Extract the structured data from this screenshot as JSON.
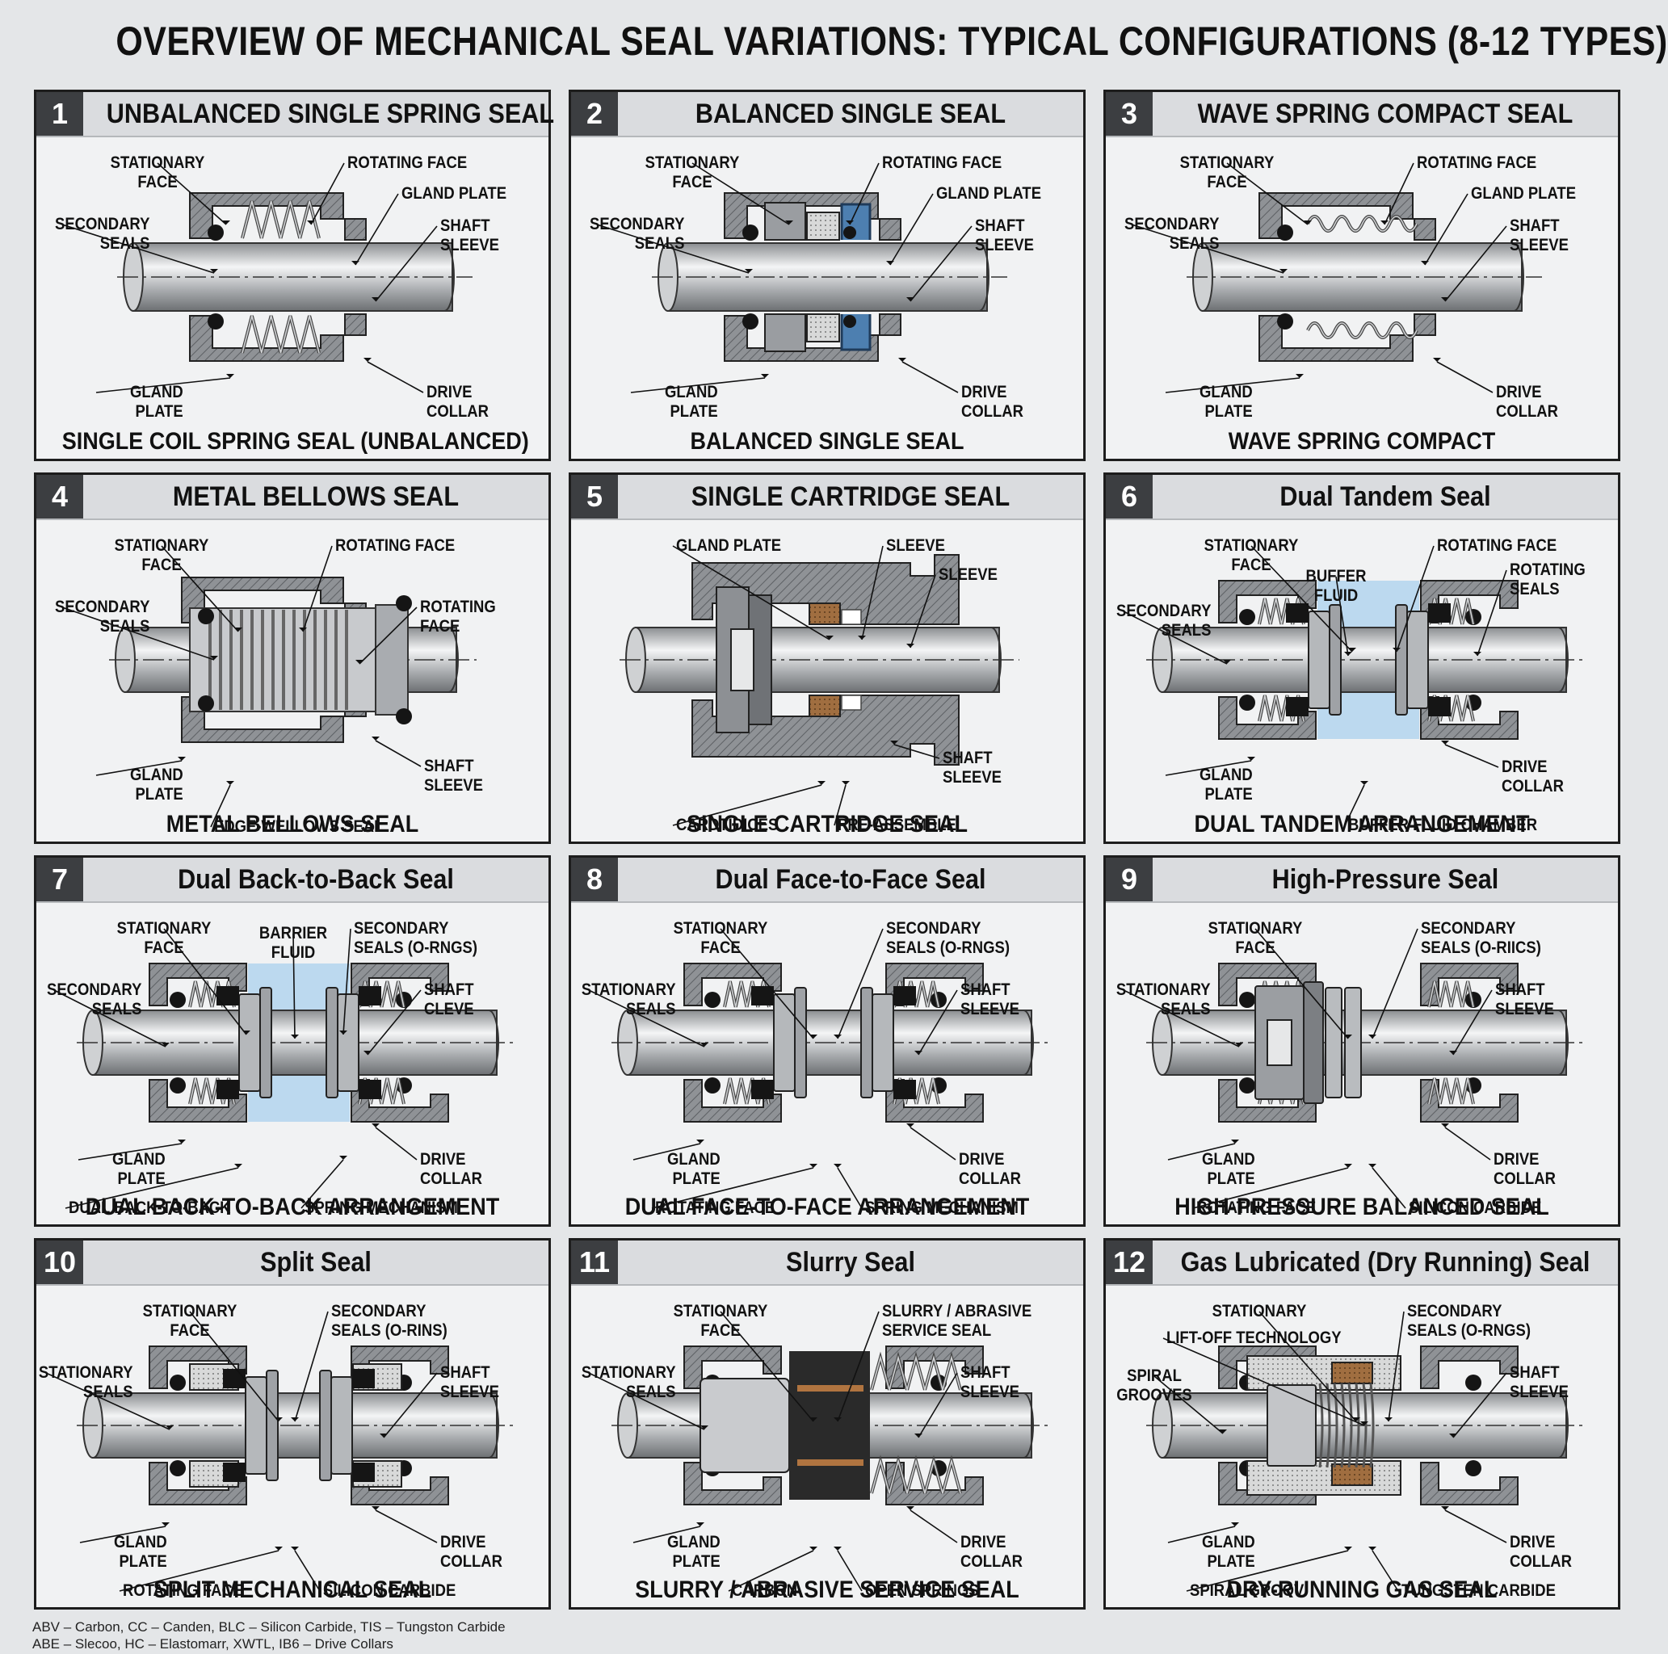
{
  "title": "OVERVIEW OF MECHANICAL SEAL VARIATIONS: TYPICAL CONFIGURATIONS (8-12 TYPES)",
  "colors": {
    "background": "#e4e6e8",
    "panel": "#f1f2f3",
    "header": "#dadcdf",
    "number_badge": "#3c3e41",
    "shaft": "#b9bcbf",
    "housing": "#8b8e92",
    "oring": "#1a1a1a",
    "fluid": "#bcd9ef",
    "blue_part": "#4d7fb0",
    "carbon": "#9c6a3e"
  },
  "panels": [
    {
      "number": "1",
      "title": "UNBALANCED SINGLE SPRING SEAL",
      "subtitle": "SINGLE COIL SPRING SEAL (UNBALANCED)",
      "type": "coil",
      "labels": [
        "STATIONARY\nFACE",
        "ROTATING FACE",
        "GLAND PLATE",
        "SECONDARY\nSEALS",
        "SHAFT\nSLEEVE",
        "GLAND\nPLATE",
        "DRIVE\nCOLLAR"
      ]
    },
    {
      "number": "2",
      "title": "BALANCED SINGLE SEAL",
      "subtitle": "BALANCED SINGLE SEAL",
      "type": "balanced",
      "labels": [
        "STATIONARY\nFACE",
        "ROTATING FACE",
        "GLAND PLATE",
        "SECONDARY\nSEALS",
        "SHAFT\nSLEEVE",
        "GLAND\nPLATE",
        "DRIVE\nCOLLAR"
      ]
    },
    {
      "number": "3",
      "title": "WAVE SPRING COMPACT SEAL",
      "subtitle": "WAVE SPRING COMPACT",
      "type": "wave",
      "labels": [
        "STATIONARY\nFACE",
        "ROTATING FACE",
        "GLAND PLATE",
        "SECONDARY\nSEALS",
        "SHAFT\nSLEEVE",
        "GLAND\nPLATE",
        "DRIVE\nCOLLAR"
      ]
    },
    {
      "number": "4",
      "title": "METAL BELLOWS SEAL",
      "subtitle": "METAL BELLOWS SEAL",
      "type": "bellows",
      "labels": [
        "STATIONARY\nFACE",
        "ROTATING FACE",
        "SECONDARY\nSEALS",
        "ROTATING\nFACE",
        "GLAND\nPLATE",
        "SHAFT\nSLEEVE",
        "EDGE-WELLOWS SEAL"
      ]
    },
    {
      "number": "5",
      "title": "SINGLE CARTRIDGE SEAL",
      "subtitle": "SINGLE CARTRIDGE SEAL",
      "type": "cartridge",
      "labels": [
        "GLAND PLATE",
        "SLEEVE",
        "SLEEVE",
        "SHAFT\nSLEEVE",
        "CARDTIDICES",
        "PRE-ASSEMBLE"
      ]
    },
    {
      "number": "6",
      "title": "Dual Tandem Seal",
      "subtitle": "DUAL TANDEM ARRANGEMENT",
      "type": "tandem",
      "labels": [
        "STATIONARY\nFACE",
        "BUFFER\nFLUID",
        "ROTATING FACE",
        "ROTATING\nSEALS",
        "SECONDARY\nSEALS",
        "GLAND\nPLATE",
        "DRIVE\nCOLLAR",
        "BUFFER FLUID CHAMBER"
      ]
    },
    {
      "number": "7",
      "title": "Dual Back-to-Back Seal",
      "subtitle": "DUAL BACK-TO-BACK ARRANGEMENT",
      "type": "backtoback",
      "labels": [
        "STATIONARY\nFACE",
        "BARRIER\nFLUID",
        "SECONDARY\nSEALS (O-RNGS)",
        "SECONDARY\nSEALS",
        "SHAFT\nCLEVE",
        "GLAND\nPLATE",
        "DRIVE\nCOLLAR",
        "DUAL BACK-TO-BACK",
        "SPRING MECHANISM"
      ]
    },
    {
      "number": "8",
      "title": "Dual Face-to-Face Seal",
      "subtitle": "DUAL FACE-TO-FACE ARRANGEMENT",
      "type": "facetoface",
      "labels": [
        "STATIONARY\nFACE",
        "SECONDARY\nSEALS (O-RNGS)",
        "STATIONARY\nSEALS",
        "SHAFT\nSLEEVE",
        "GLAND\nPLATE",
        "DRIVE\nCOLLAR",
        "ROTATING FACE",
        "SPRING MECHANISM"
      ]
    },
    {
      "number": "9",
      "title": "High-Pressure Seal",
      "subtitle": "HIGH-PRESSURE BALANCED SEAL",
      "type": "highpressure",
      "labels": [
        "STATIONARY\nFACE",
        "SECONDARY\nSEALS (O-RIICS)",
        "STATIONARY\nSEALS",
        "SHAFT\nSLEEVE",
        "GLAND\nPLATE",
        "DRIVE\nCOLLAR",
        "ROTATING FACE",
        "SILICON CARBIDE"
      ]
    },
    {
      "number": "10",
      "title": "Split Seal",
      "subtitle": "SPLIT MECHANICAL SEAL",
      "type": "split",
      "labels": [
        "STATIONARY\nFACE",
        "SECONDARY\nSEALS (O-RINS)",
        "STATIONARY\nSEALS",
        "SHAFT\nSLEEVE",
        "GLAND\nPLATE",
        "DRIVE\nCOLLAR",
        "ROTATING FACE",
        "SILICON CARBIDE"
      ]
    },
    {
      "number": "11",
      "title": "Slurry Seal",
      "subtitle": "SLURRY / ABRASIVE SERVICE SEAL",
      "type": "slurry",
      "labels": [
        "STATIONARY\nFACE",
        "SLURRY / ABRASIVE\nSERVICE SEAL",
        "STATIONARY\nSEALS",
        "SHAFT\nSLEEVE",
        "GLAND\nPLATE",
        "DRIVE\nCOLLAR",
        "CARBON",
        "OPEN SPRINGS"
      ]
    },
    {
      "number": "12",
      "title": "Gas Lubricated (Dry Running) Seal",
      "subtitle": "DRY-RUNNING GAS SEAL",
      "type": "gas",
      "labels": [
        "STATIONARY",
        "SECONDARY\nSEALS (O-RNGS)",
        "LIFT-OFF TECHNOLOGY",
        "SPIRAL\nGROOVES",
        "SHAFT\nSLEEVE",
        "GLAND\nPLATE",
        "DRIVE\nCOLLAR",
        "SPIRAL GROOV",
        "TUNGSTEN CARBIDE"
      ]
    }
  ],
  "footer": [
    "ABV – Carbon, CC – Canden, BLC – Silicon Carbide, TIS – Tungston Carbide",
    "ABE – Slecoo, HC – Elastomarr, XWTL, IB6 – Drive Collars"
  ]
}
